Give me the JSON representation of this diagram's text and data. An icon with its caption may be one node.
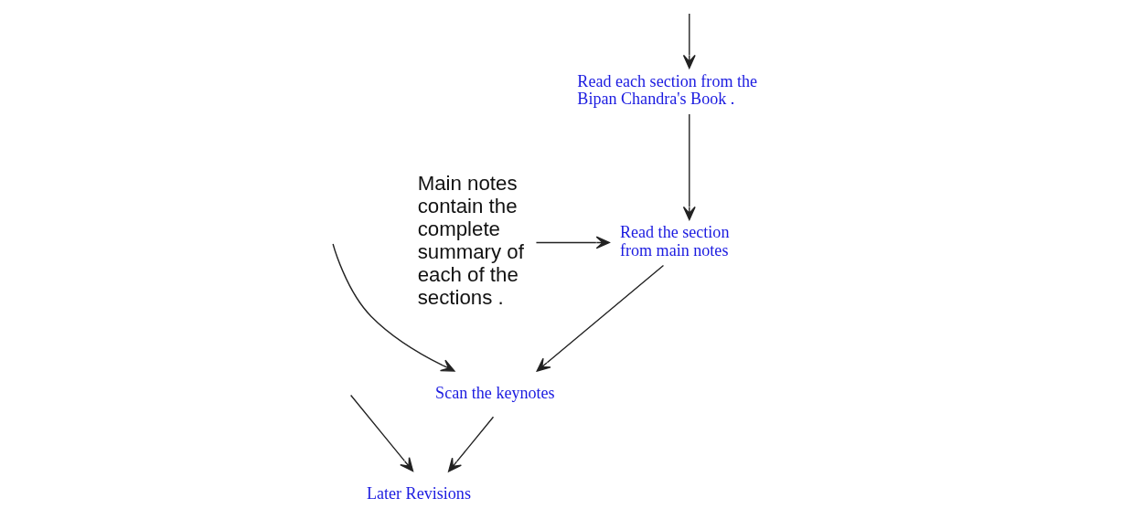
{
  "diagram": {
    "nodes": [
      {
        "text": [
          "Read each section from the Bipan Chandra's Book ."
        ]
      },
      {
        "text": [
          "Read the section from main notes"
        ]
      },
      {
        "text": [
          "Main notes contain the complete summary of each of the sections ."
        ]
      },
      {
        "text": [
          "Scan the keynotes"
        ]
      },
      {
        "text": [
          "Later Revisions"
        ]
      }
    ],
    "edges": [
      {
        "from": null,
        "to": 0,
        "arrow": "to"
      },
      {
        "from": 0,
        "to": 1,
        "arrow": "to"
      },
      {
        "from": 2,
        "to": 1,
        "arrow": "to"
      },
      {
        "from": 1,
        "to": 3,
        "arrow": "to"
      },
      {
        "from": 3,
        "to": 4,
        "arrow": "to"
      },
      {
        "from": null,
        "to": 4,
        "arrow": "to"
      },
      {
        "from": null,
        "to": 3,
        "arrow": "to"
      }
    ]
  }
}
